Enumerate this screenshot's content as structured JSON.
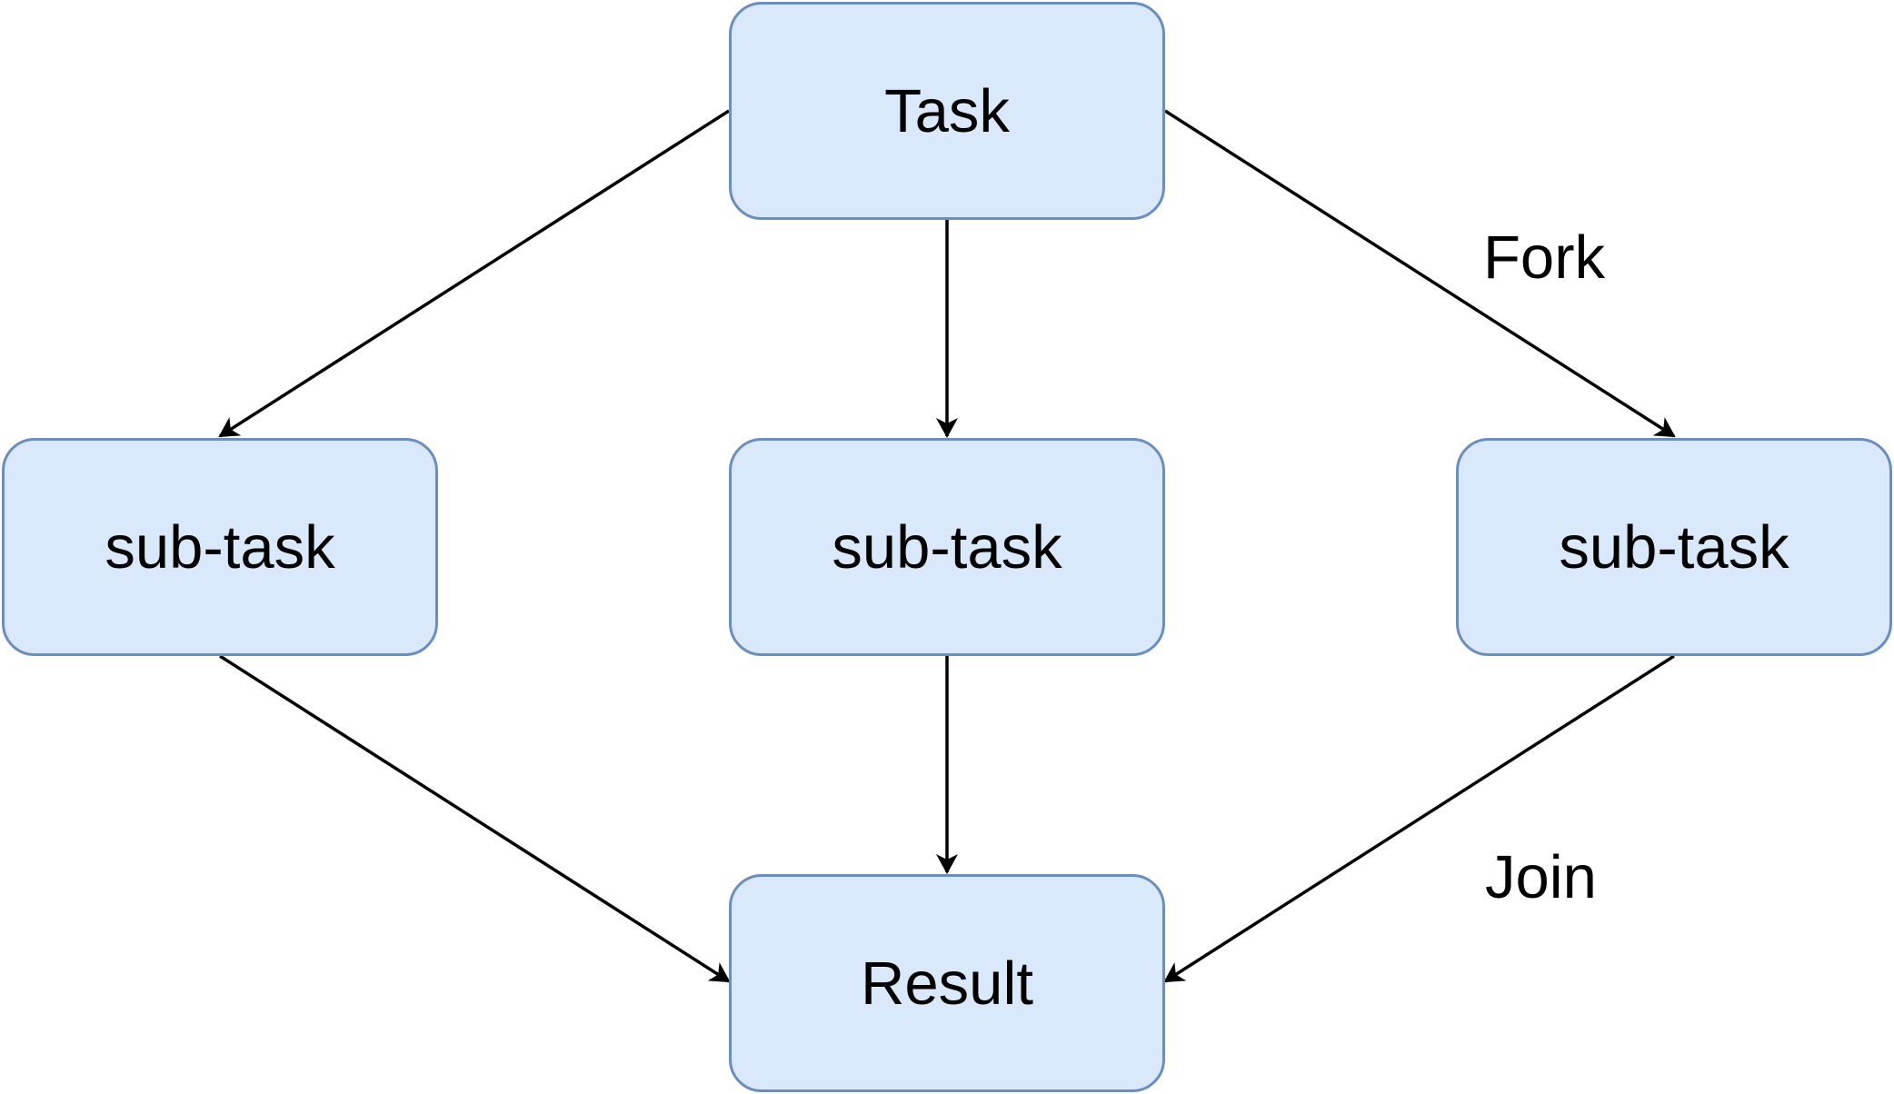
{
  "nodes": {
    "task": "Task",
    "subtask_left": "sub-task",
    "subtask_center": "sub-task",
    "subtask_right": "sub-task",
    "result": "Result"
  },
  "edge_labels": {
    "fork": "Fork",
    "join": "Join"
  },
  "colors": {
    "node_fill": "#dae8fc",
    "node_border": "#6c8ebf",
    "edge": "#000000",
    "text": "#000000"
  }
}
